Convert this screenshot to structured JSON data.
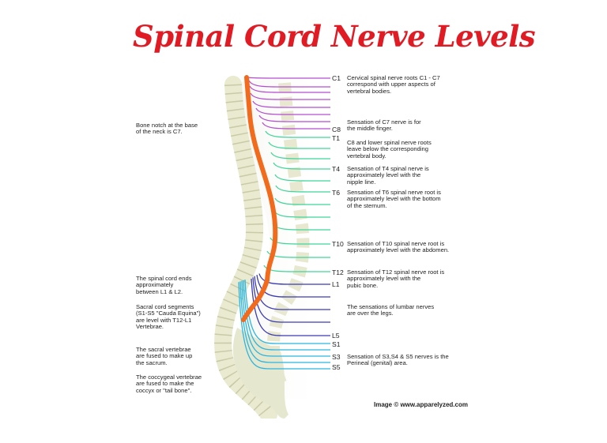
{
  "title": "Spinal Cord Nerve Levels",
  "colors": {
    "title": "#e01b24",
    "spinal_cord": "#f26a1b",
    "cervical": "#b44fd1",
    "thoracic": "#3fd69a",
    "lumbar": "#3b3bb5",
    "sacral": "#2bb6e0",
    "bone": "#e9ead0"
  },
  "levels": {
    "C1": "C1",
    "C8": "C8",
    "T1": "T1",
    "T4": "T4",
    "T6": "T6",
    "T10": "T10",
    "T12": "T12",
    "L1": "L1",
    "L5": "L5",
    "S1": "S1",
    "S3": "S3",
    "S5": "S5"
  },
  "right_notes": {
    "cervical": "Cervical spinal nerve roots C1 - C7\ncorrespond with upper aspects of\nvertebral bodies.",
    "c7": "Sensation of C7 nerve is for\nthe middle finger.",
    "c8": "C8 and lower spinal nerve roots\nleave below the corresponding\nvertebral body.",
    "t4": "Sensation of T4 spinal nerve is\napproximately level with the\nnipple line.",
    "t6": "Sensation of T6 spinal nerve root is\napproximately level with the bottom\nof the sternum.",
    "t10": "Sensation of T10 spinal nerve root is\napproximately level with the abdomen.",
    "t12": "Sensation of T12 spinal nerve root is\napproximately level with the\npubic bone.",
    "lumbar": "The sensations of lumbar nerves\nare over the legs.",
    "sacral": "Sensation of S3,S4 & S5 nerves is the\nPerineal (genital) area."
  },
  "left_notes": {
    "c7_notch": "Bone notch at the base\nof the neck is C7.",
    "cord_end": "The spinal cord ends\napproximately\nbetween L1 & L2.",
    "sacral_segments": "Sacral cord segments\n(S1-S5 \"Cauda Equina\")\nare level with T12-L1\nVertebrae.",
    "sacrum": "The sacral vertebrae\nare fused to make up\nthe sacrum.",
    "coccyx": "The coccygeal vertebrae\nare fused to make the\ncoccyx or \"tail bone\"."
  },
  "credit": "Image © www.apparelyzed.com"
}
